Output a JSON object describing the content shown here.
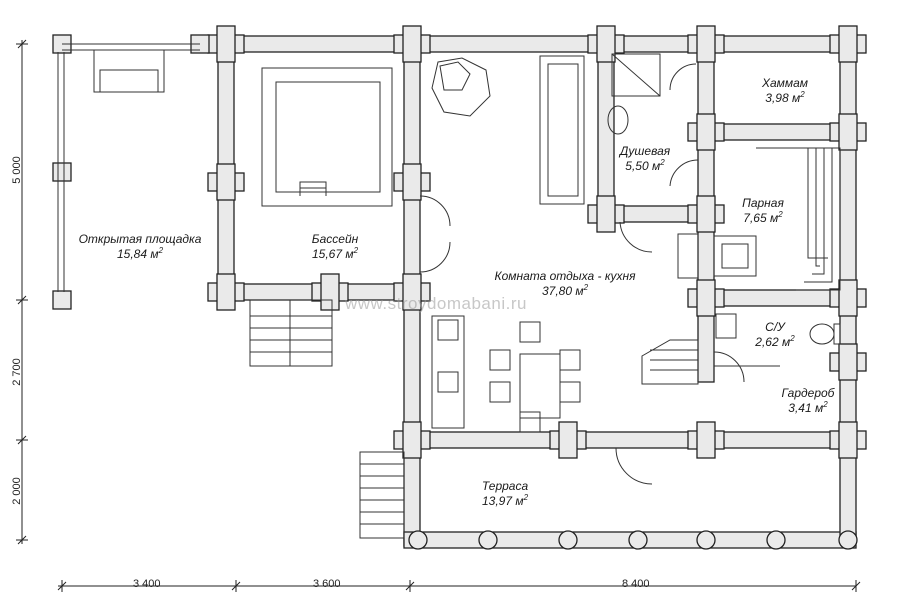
{
  "watermark": "www.stroydomabani.ru",
  "unit_label": "м",
  "unit_sup": "2",
  "rooms": {
    "open_area": {
      "name": "Открытая площадка",
      "area": "15,84"
    },
    "pool": {
      "name": "Бассейн",
      "area": "15,67"
    },
    "lounge": {
      "name": "Комната отдыха - кухня",
      "area": "37,80"
    },
    "shower": {
      "name": "Душевая",
      "area": "5,50"
    },
    "hammam": {
      "name": "Хаммам",
      "area": "3,98"
    },
    "steam": {
      "name": "Парная",
      "area": "7,65"
    },
    "wc": {
      "name": "С/У",
      "area": "2,62"
    },
    "wardrobe": {
      "name": "Гардероб",
      "area": "3,41"
    },
    "terrace": {
      "name": "Терраса",
      "area": "13,97"
    }
  },
  "dimensions": {
    "bottom": [
      "3 400",
      "3 600",
      "8 400"
    ],
    "left": [
      "5 000",
      "2 700",
      "2 000"
    ]
  },
  "colors": {
    "wall": "#e9e9e9",
    "line": "#222222"
  }
}
